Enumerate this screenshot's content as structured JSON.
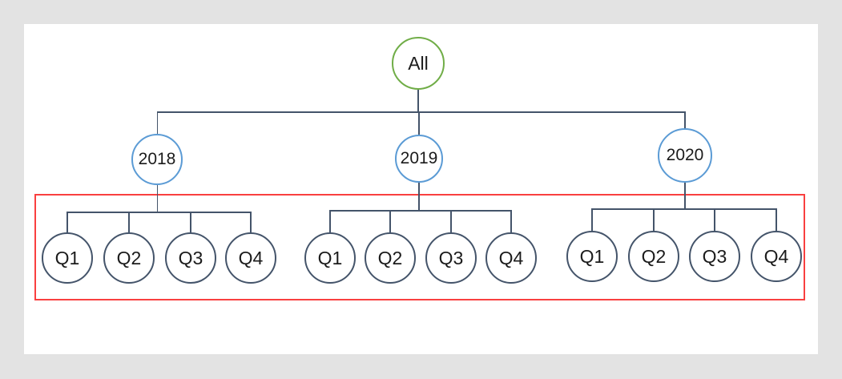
{
  "diagram": {
    "description_colors": {
      "background": "#e3e3e3",
      "canvas": "#ffffff",
      "root_border": "#70AD47",
      "year_border": "#5B9BD5",
      "quarter_border": "#44546A",
      "connector": "#44546A",
      "highlight_box_border": "#f94040"
    },
    "tree": {
      "root": {
        "label": "All"
      },
      "years": [
        {
          "label": "2018",
          "quarters": [
            "Q1",
            "Q2",
            "Q3",
            "Q4"
          ]
        },
        {
          "label": "2019",
          "quarters": [
            "Q1",
            "Q2",
            "Q3",
            "Q4"
          ]
        },
        {
          "label": "2020",
          "quarters": [
            "Q1",
            "Q2",
            "Q3",
            "Q4"
          ]
        }
      ]
    }
  }
}
